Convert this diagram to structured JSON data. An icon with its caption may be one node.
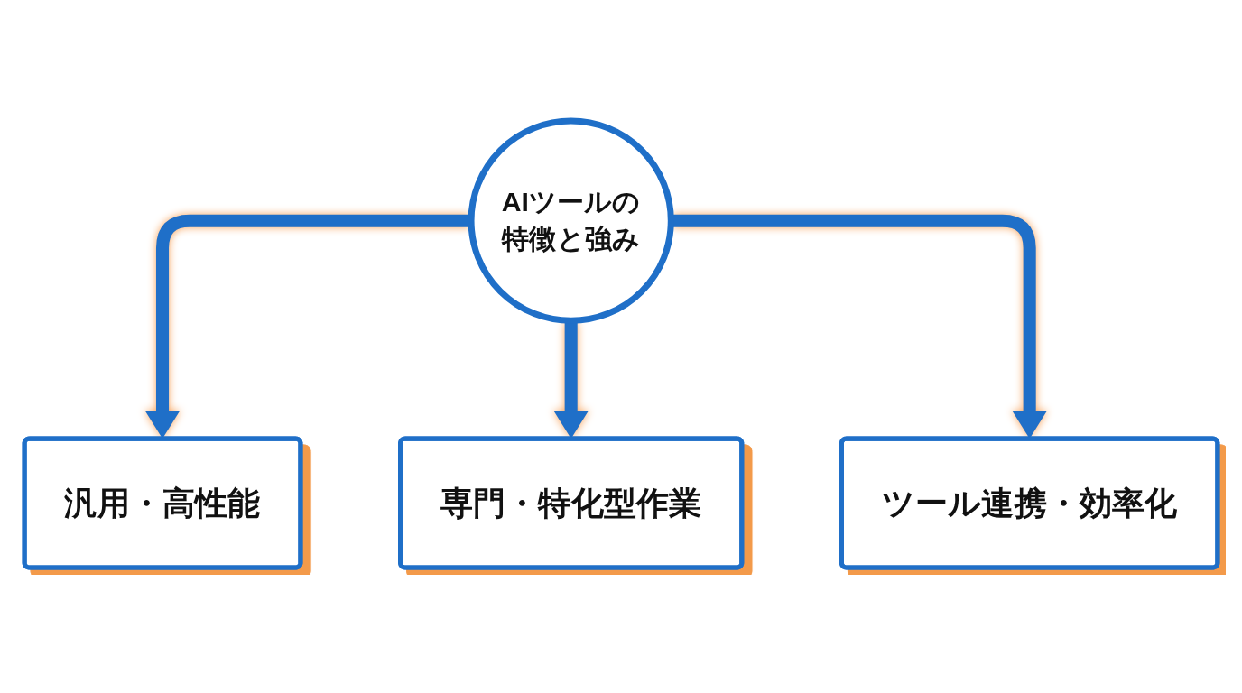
{
  "diagram": {
    "nodes": [
      {
        "text": [
          "汎用・高性能"
        ]
      },
      {
        "text": [
          "AIツールの特徴と強み"
        ]
      },
      {
        "text": [
          "ツール連携・効率化"
        ]
      },
      {
        "text": [
          "専門・特化型作業"
        ]
      }
    ],
    "edges": [
      {
        "from": 1,
        "to": 0,
        "arrow": "to"
      },
      {
        "from": 1,
        "to": 3,
        "arrow": "to"
      },
      {
        "from": 1,
        "to": 2,
        "arrow": "to"
      }
    ]
  }
}
